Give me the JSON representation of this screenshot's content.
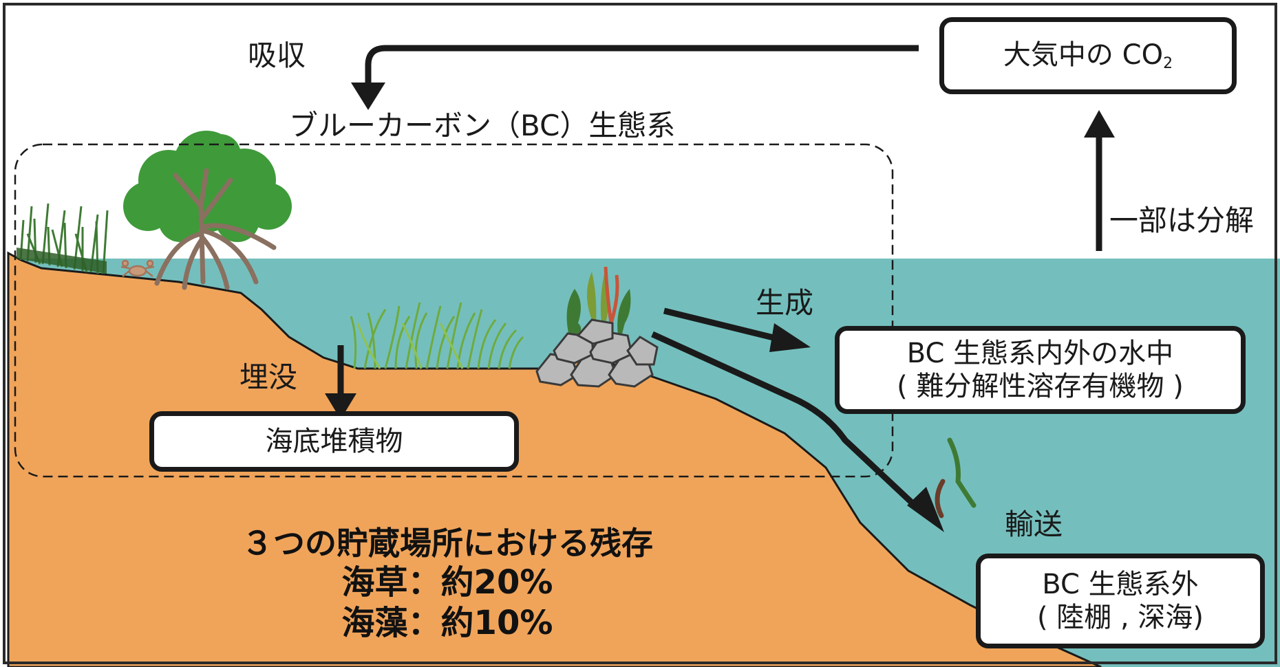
{
  "colors": {
    "sea": "#74bfbd",
    "land": "#f0a45a",
    "ink": "#1a1a1a",
    "tree": "#3f9a3a",
    "trunk": "#8a7060",
    "rock": "#b9b9b9"
  },
  "labels": {
    "absorption": "吸収",
    "bc_ecosystem": "ブルーカーボン（BC）生態系",
    "burial": "埋没",
    "generation": "生成",
    "partial_decomposition": "一部は分解",
    "transport": "輸送"
  },
  "boxes": {
    "atmosphere": {
      "text": "大気中の CO",
      "subscript": "2"
    },
    "sediment": "海底堆積物",
    "water_inside": {
      "line1": "BC 生態系内外の水中",
      "line2": "( 難分解性溶存有機物 )"
    },
    "outside": {
      "line1": "BC 生態系外",
      "line2": "( 陸棚 , 深海)"
    }
  },
  "summary": {
    "title": "３つの貯蔵場所における残存",
    "seagrass": "海草：約20%",
    "seaweed": "海藻：約10%"
  },
  "icons": [
    "mangrove-tree-icon",
    "salt-marsh-grass-icon",
    "crab-icon",
    "seagrass-meadow-icon",
    "seaweed-on-rocks-icon",
    "drifting-seaweed-icon"
  ]
}
